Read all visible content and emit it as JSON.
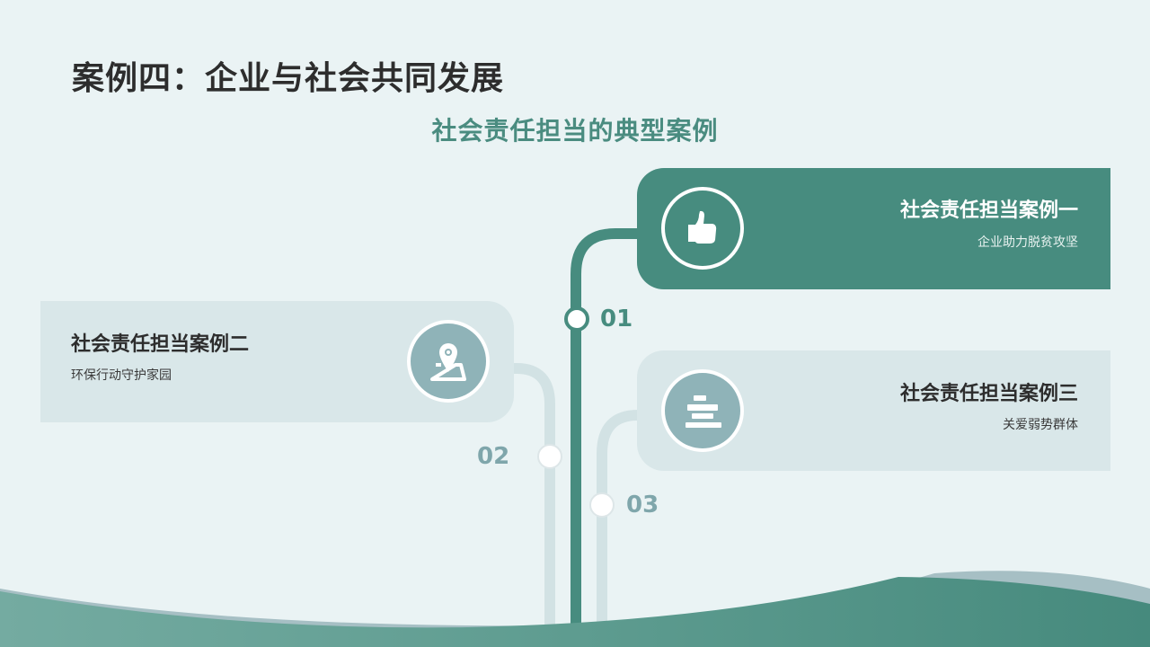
{
  "slide": {
    "main_title": "案例四：企业与社会共同发展",
    "sub_title": "社会责任担当的典型案例"
  },
  "cases": [
    {
      "number": "01",
      "title": "社会责任担当案例一",
      "description": "企业助力脱贫攻坚",
      "icon": "thumbs-up-icon",
      "color": "#478c7f"
    },
    {
      "number": "02",
      "title": "社会责任担当案例二",
      "description": "环保行动守护家园",
      "icon": "map-pin-icon",
      "color": "#8fb3b8"
    },
    {
      "number": "03",
      "title": "社会责任担当案例三",
      "description": "关爱弱势群体",
      "icon": "stack-bars-icon",
      "color": "#8fb3b8"
    }
  ],
  "theme": {
    "background": "#eaf3f4",
    "accent": "#478c7f",
    "muted": "#8fb3b8",
    "card_light": "#d9e7e9",
    "title_color": "#2d2d2d"
  }
}
